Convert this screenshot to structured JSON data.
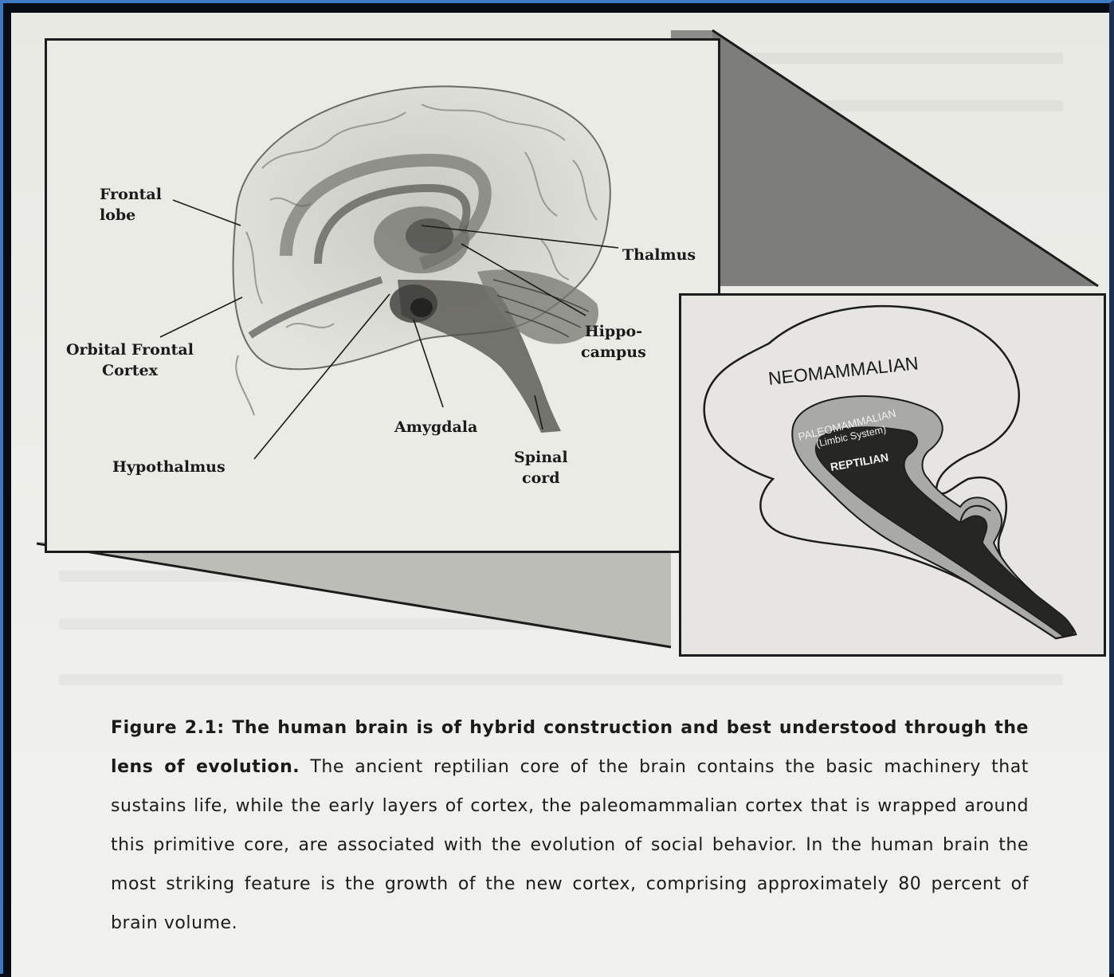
{
  "diagram": {
    "labels": {
      "frontal_lobe": "Frontal\nlobe",
      "thalmus": "Thalmus",
      "orbital_frontal_cortex": "Orbital Frontal\nCortex",
      "hippocampus": "Hippo-\ncampus",
      "amygdala": "Amygdala",
      "hypothalmus": "Hypothalmus",
      "spinal_cord": "Spinal\ncord"
    },
    "layers": {
      "neomammalian": "NEOMAMMALIAN",
      "paleomammalian": "PALEOMAMMALIAN",
      "limbic_system": "(Limbic System)",
      "reptilian": "REPTILIAN"
    }
  },
  "caption": {
    "title": "Figure 2.1: The human brain is of hybrid construction and best understood through the lens of evolution.",
    "body": "The ancient reptilian core of the brain contains the basic machinery that sustains life, while the early layers of cortex, the paleomammalian cortex that is wrapped around this primitive core, are associated with the evolution of social behavior. In the human brain the most striking feature is the growth of the new cortex, comprising approximately 80 percent of brain volume."
  }
}
